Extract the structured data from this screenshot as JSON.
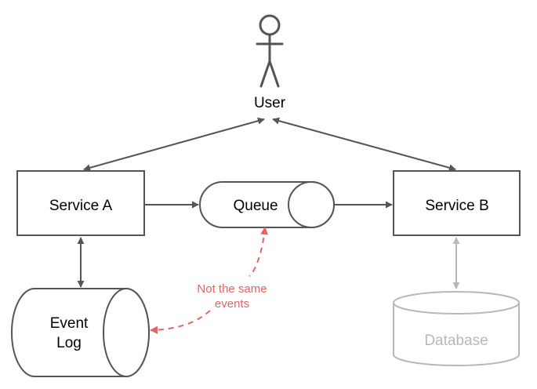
{
  "nodes": {
    "user": "User",
    "service_a": "Service A",
    "service_b": "Service B",
    "queue": "Queue",
    "event_log": {
      "line1": "Event",
      "line2": "Log"
    },
    "database": "Database"
  },
  "annotation": {
    "line1": "Not the same",
    "line2": "events"
  },
  "colors": {
    "stroke": "#555555",
    "muted": "#b8b8b8",
    "annotation": "#e06666",
    "text": "#000000"
  }
}
